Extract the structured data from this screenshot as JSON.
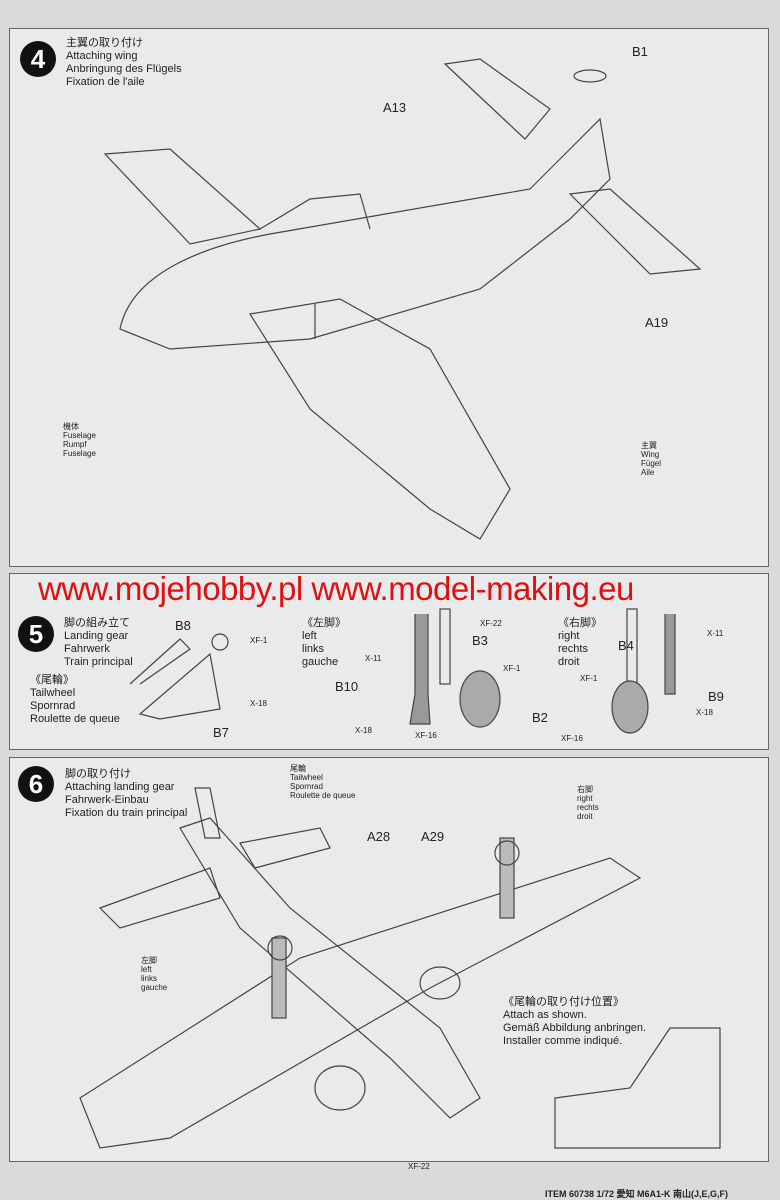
{
  "step4": {
    "number": "4",
    "title_jp": "主翼の取り付け",
    "title_en": "Attaching wing",
    "title_de": "Anbringung des Flügels",
    "title_fr": "Fixation de l'aile",
    "parts": [
      "B1",
      "A13",
      "A19"
    ],
    "fuselage": [
      "機体",
      "Fuselage",
      "Rumpf",
      "Fuselage"
    ],
    "wing": [
      "主翼",
      "Wing",
      "Fügel",
      "Aile"
    ]
  },
  "step5": {
    "number": "5",
    "title_jp": "脚の組み立て",
    "title_en": "Landing gear",
    "title_de": "Fahrwerk",
    "title_fr": "Train principal",
    "tailwheel": [
      "《尾輪》",
      "Tailwheel",
      "Spornrad",
      "Roulette de queue"
    ],
    "left": [
      "《左脚》",
      "left",
      "links",
      "gauche"
    ],
    "right": [
      "《右脚》",
      "right",
      "rechts",
      "droit"
    ],
    "labels": [
      "B8",
      "XF-1",
      "X-18",
      "B7",
      "X-11",
      "B10",
      "X-18",
      "XF-22",
      "B3",
      "XF-1",
      "B2",
      "XF-16",
      "B4",
      "X-11",
      "B9",
      "XF-1",
      "X-18",
      "XF-16"
    ]
  },
  "step6": {
    "number": "6",
    "title_jp": "脚の取り付け",
    "title_en": "Attaching landing gear",
    "title_de": "Fahrwerk-Einbau",
    "title_fr": "Fixation du train principal",
    "tailwheel": [
      "尾輪",
      "Tailwheel",
      "Spornrad",
      "Roulette de queue"
    ],
    "right": [
      "右脚",
      "right",
      "rechts",
      "droit"
    ],
    "left": [
      "左脚",
      "left",
      "links",
      "gauche"
    ],
    "parts": [
      "A28",
      "A29",
      "XF-22"
    ],
    "note": [
      "《尾輪の取り付け位置》",
      "Attach as shown.",
      "Gemäß Abbildung anbringen.",
      "Installer comme indiqué."
    ]
  },
  "watermark": "www.mojehobby.pl www.model-making.eu",
  "footer": "ITEM 60738  1/72 愛知 M6A1-K 南山(J,E,G,F)"
}
